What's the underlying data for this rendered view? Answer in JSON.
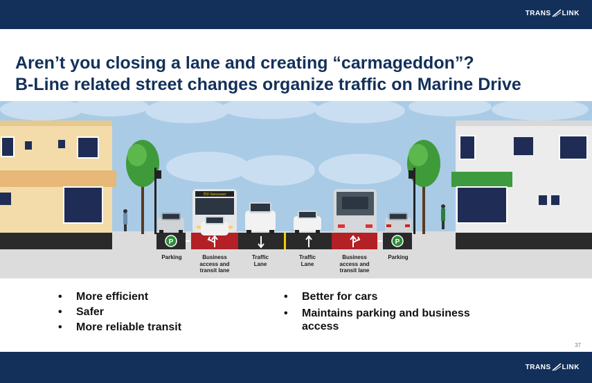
{
  "header": {
    "logo_text_left": "TRANS",
    "logo_text_right": "LINK"
  },
  "slide": {
    "title_line1": "Aren’t you closing a lane and creating “carmageddon”?",
    "title_line2": "B-Line related street changes organize traffic on Marine Drive"
  },
  "illustration": {
    "bus_sign": "259 Vancouver",
    "lanes": [
      {
        "label": "Parking",
        "icon": "parking-icon"
      },
      {
        "label": "Business access and transit lane",
        "icon": "left-turn-arrow-icon"
      },
      {
        "label": "Traffic Lane",
        "icon": "down-arrow-icon"
      },
      {
        "label": "Traffic Lane",
        "icon": "up-arrow-icon"
      },
      {
        "label": "Business access and transit lane",
        "icon": "right-turn-arrow-icon"
      },
      {
        "label": "Parking",
        "icon": "parking-icon"
      }
    ],
    "lane_colors": {
      "transit": "#b32026",
      "general": "#2a2a2a",
      "median": "#f2d000",
      "sky": "#a9cbe6"
    }
  },
  "bullets_left": [
    "More efficient",
    "Safer",
    "More reliable transit"
  ],
  "bullets_right": [
    "Better for cars",
    "Maintains parking and business access"
  ],
  "footer": {
    "page_number": "37"
  },
  "colors": {
    "brand_navy": "#13305a"
  }
}
